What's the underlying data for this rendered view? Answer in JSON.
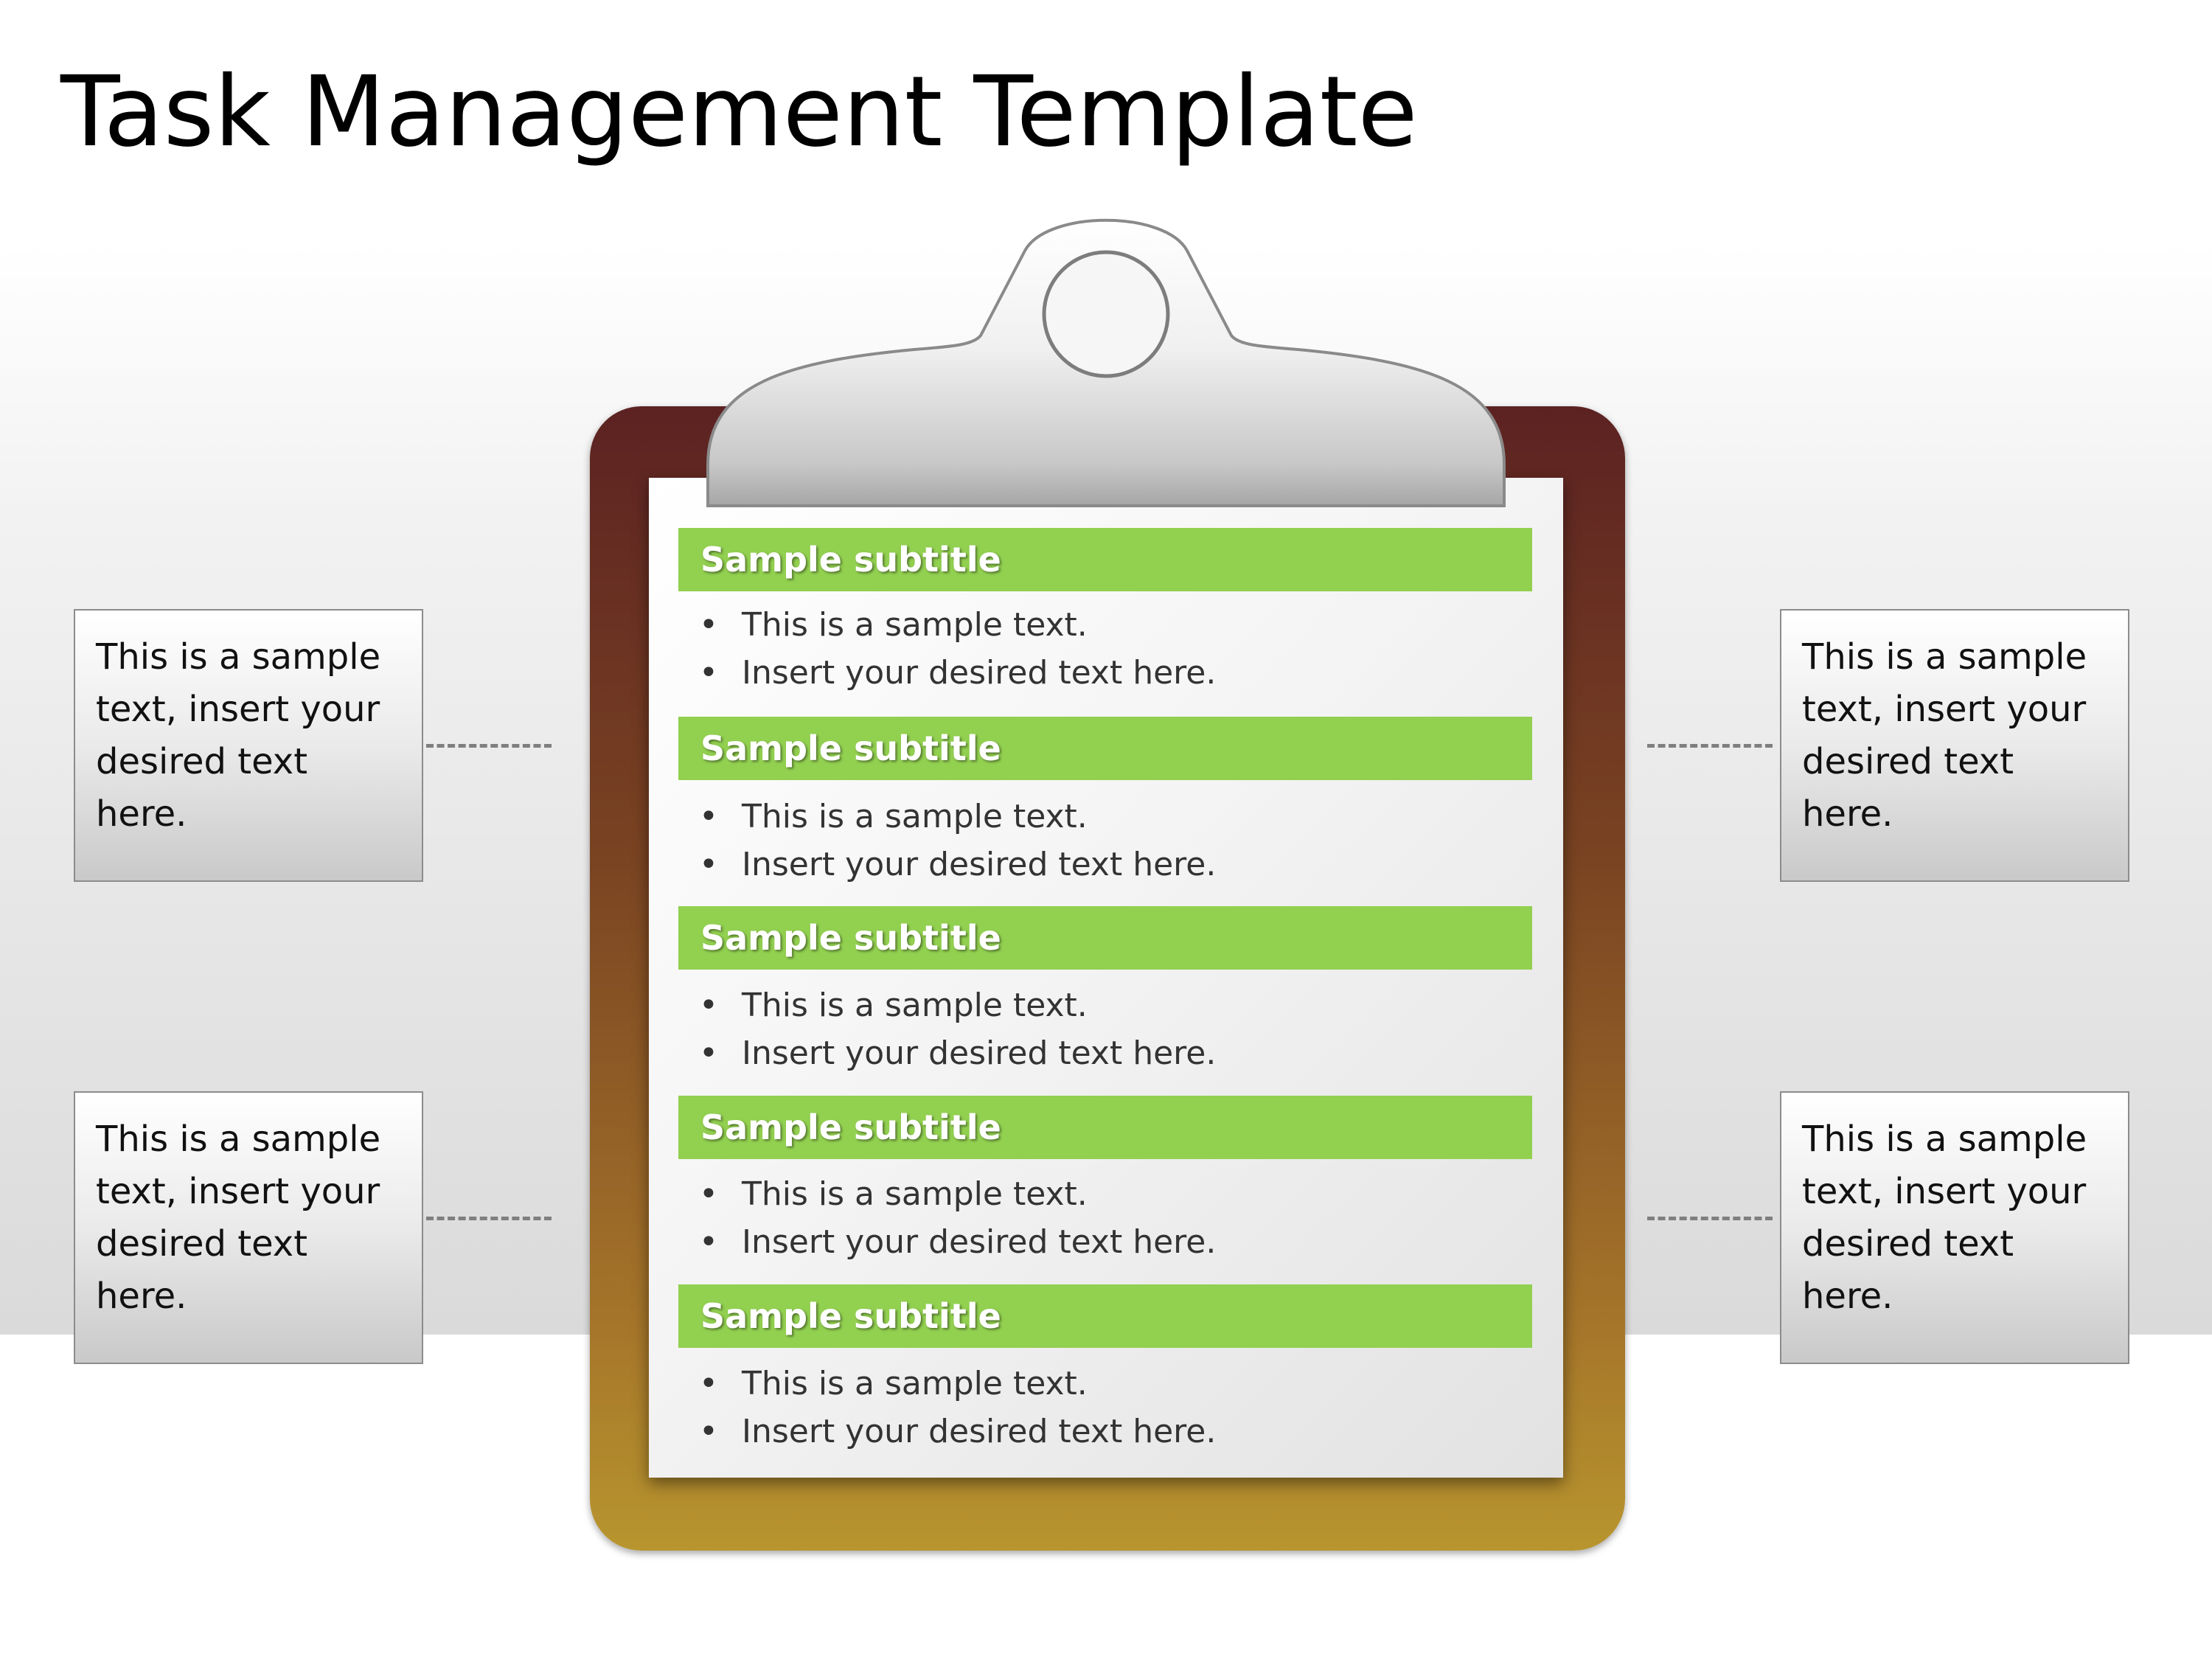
{
  "title": "Task Management Template",
  "sections": [
    {
      "subtitle": "Sample subtitle",
      "bullets": [
        "This is a sample text.",
        "Insert your desired text here."
      ]
    },
    {
      "subtitle": "Sample subtitle",
      "bullets": [
        "This is a sample text.",
        "Insert your desired text here."
      ]
    },
    {
      "subtitle": "Sample subtitle",
      "bullets": [
        "This is a sample text.",
        "Insert your desired text here."
      ]
    },
    {
      "subtitle": "Sample subtitle",
      "bullets": [
        "This is a sample text.",
        "Insert your desired text here."
      ]
    },
    {
      "subtitle": "Sample subtitle",
      "bullets": [
        "This is a sample text.",
        "Insert your desired text here."
      ]
    }
  ],
  "side_boxes": {
    "top_left": "This is a sample text, insert your desired text here.",
    "bottom_left": "This is a sample text, insert your desired text here.",
    "top_right": "This is a sample text, insert your desired text here.",
    "bottom_right": "This is a sample text, insert your desired text here."
  },
  "colors": {
    "subtitle_bar": "#92d050",
    "board_top": "#5c2222",
    "board_bottom": "#b8952e"
  }
}
